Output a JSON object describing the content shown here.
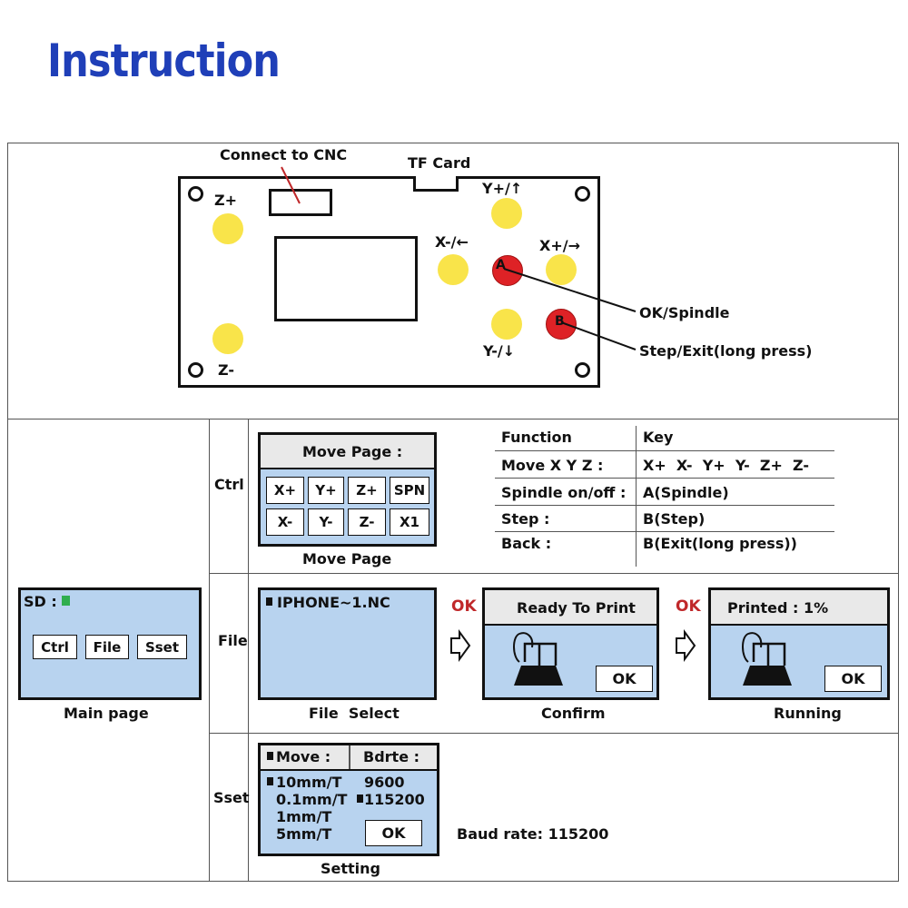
{
  "title": "Instruction",
  "board": {
    "connect_label": "Connect to CNC",
    "tf_label": "TF Card",
    "z_plus": "Z+",
    "z_minus": "Z-",
    "y_plus": "Y+/↑",
    "y_minus": "Y-/↓",
    "x_minus": "X-/←",
    "x_plus": "X+/→",
    "a": "A",
    "b": "B",
    "a_callout": "OK/Spindle",
    "b_callout": "Step/Exit(long press)",
    "colors": {
      "yellow": "#f9e44a",
      "red": "#de2226"
    }
  },
  "rows": {
    "ctrl": "Ctrl",
    "file": "File",
    "sset": "Sset"
  },
  "main_page": {
    "sd": "SD :",
    "buttons": [
      "Ctrl",
      "File",
      "Sset"
    ],
    "caption": "Main page"
  },
  "move_page": {
    "header": "Move Page :",
    "keys_row1": [
      "X+",
      "Y+",
      "Z+",
      "SPN"
    ],
    "keys_row2": [
      "X-",
      "Y-",
      "Z-",
      "X1"
    ],
    "caption": "Move Page"
  },
  "func_table": {
    "headers": [
      "Function",
      "Key"
    ],
    "rows": [
      [
        "Move X Y Z :",
        "X+  X-  Y+  Y-  Z+  Z-"
      ],
      [
        "Spindle on/off :",
        "A(Spindle)"
      ],
      [
        "Step :",
        "B(Step)"
      ],
      [
        "Back :",
        "B(Exit(long press))"
      ]
    ]
  },
  "file_select": {
    "file": "IPHONE~1.NC",
    "caption": "File  Select"
  },
  "ok_label": "OK",
  "confirm": {
    "header": "Ready To Print",
    "button": "OK",
    "caption": "Confirm"
  },
  "running": {
    "header": "Printed : 1%",
    "button": "OK",
    "caption": "Running"
  },
  "setting": {
    "move_header": "Move :",
    "bdrte_header": "Bdrte :",
    "moves": [
      "10mm/T",
      "0.1mm/T",
      "1mm/T",
      "5mm/T"
    ],
    "rates": [
      "9600",
      "115200"
    ],
    "button": "OK",
    "caption": "Setting"
  },
  "baud_rate": "Baud rate: 115200"
}
